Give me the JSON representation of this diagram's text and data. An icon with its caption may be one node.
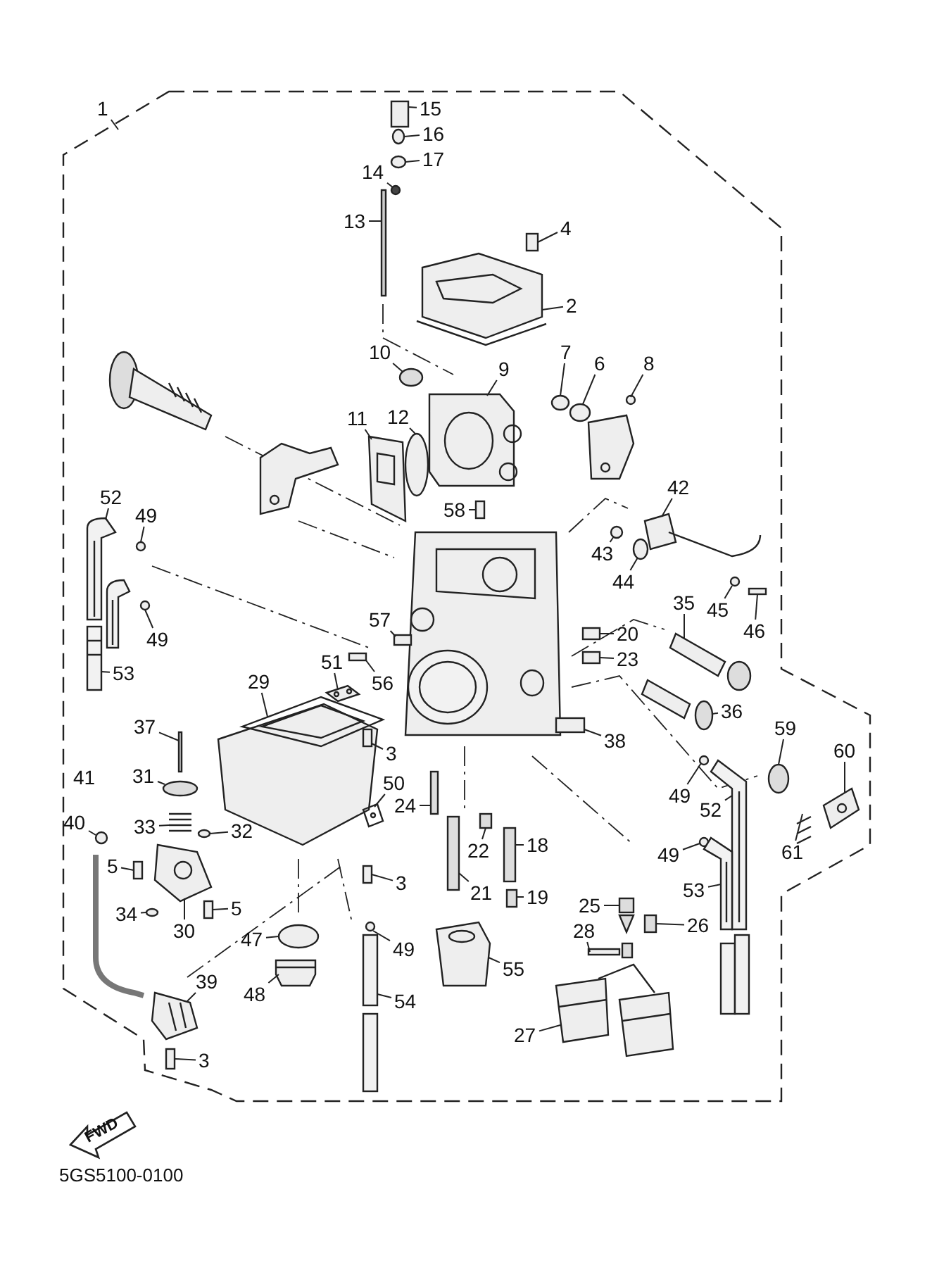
{
  "diagram": {
    "nodes": [
      {
        "text": [
          "1"
        ]
      },
      {
        "text": [
          "15"
        ]
      },
      {
        "text": [
          "16"
        ]
      },
      {
        "text": [
          "17"
        ]
      },
      {
        "text": [
          "14"
        ]
      },
      {
        "text": [
          "13"
        ]
      },
      {
        "text": [
          "4"
        ]
      },
      {
        "text": [
          "2"
        ]
      },
      {
        "text": [
          "7"
        ]
      },
      {
        "text": [
          "10"
        ]
      },
      {
        "text": [
          "6"
        ]
      },
      {
        "text": [
          "8"
        ]
      },
      {
        "text": [
          "9"
        ]
      },
      {
        "text": [
          "12"
        ]
      },
      {
        "text": [
          "11"
        ]
      },
      {
        "text": [
          "42"
        ]
      },
      {
        "text": [
          "52"
        ]
      },
      {
        "text": [
          "58"
        ]
      },
      {
        "text": [
          "49"
        ]
      },
      {
        "text": [
          "43"
        ]
      },
      {
        "text": [
          "44"
        ]
      },
      {
        "text": [
          "35"
        ]
      },
      {
        "text": [
          "45"
        ]
      },
      {
        "text": [
          "57"
        ]
      },
      {
        "text": [
          "46"
        ]
      },
      {
        "text": [
          "49"
        ]
      },
      {
        "text": [
          "20"
        ]
      },
      {
        "text": [
          "56"
        ]
      },
      {
        "text": [
          "23"
        ]
      },
      {
        "text": [
          "51"
        ]
      },
      {
        "text": [
          "53"
        ]
      },
      {
        "text": [
          "29"
        ]
      },
      {
        "text": [
          "36"
        ]
      },
      {
        "text": [
          "37"
        ]
      },
      {
        "text": [
          "59"
        ]
      },
      {
        "text": [
          "38"
        ]
      },
      {
        "text": [
          "3"
        ]
      },
      {
        "text": [
          "60"
        ]
      },
      {
        "text": [
          "31"
        ]
      },
      {
        "text": [
          "50"
        ]
      },
      {
        "text": [
          "24"
        ]
      },
      {
        "text": [
          "49"
        ]
      },
      {
        "text": [
          "52"
        ]
      },
      {
        "text": [
          "40"
        ]
      },
      {
        "text": [
          "33"
        ]
      },
      {
        "text": [
          "32"
        ]
      },
      {
        "text": [
          "18"
        ]
      },
      {
        "text": [
          "22"
        ]
      },
      {
        "text": [
          "49"
        ]
      },
      {
        "text": [
          "61"
        ]
      },
      {
        "text": [
          "5"
        ]
      },
      {
        "text": [
          "3"
        ]
      },
      {
        "text": [
          "21"
        ]
      },
      {
        "text": [
          "53"
        ]
      },
      {
        "text": [
          "19"
        ]
      },
      {
        "text": [
          "25"
        ]
      },
      {
        "text": [
          "5"
        ]
      },
      {
        "text": [
          "34"
        ]
      },
      {
        "text": [
          "26"
        ]
      },
      {
        "text": [
          "30"
        ]
      },
      {
        "text": [
          "28"
        ]
      },
      {
        "text": [
          "47"
        ]
      },
      {
        "text": [
          "49"
        ]
      },
      {
        "text": [
          "55"
        ]
      },
      {
        "text": [
          "39"
        ]
      },
      {
        "text": [
          "48"
        ]
      },
      {
        "text": [
          "54"
        ]
      },
      {
        "text": [
          "27"
        ]
      },
      {
        "text": [
          "3"
        ]
      },
      {
        "text": [],
        "shape": "box"
      },
      {
        "text": [],
        "shape": "circle"
      },
      {
        "text": [],
        "shape": "circle"
      },
      {
        "text": [],
        "shape": "circle"
      },
      {
        "text": [],
        "shape": "box"
      },
      {
        "text": [],
        "shape": "box"
      },
      {
        "text": [],
        "shape": "picture"
      },
      {
        "text": [],
        "shape": "circle"
      },
      {
        "text": [],
        "shape": "circle"
      },
      {
        "text": [],
        "shape": "circle"
      },
      {
        "text": [],
        "shape": "circle"
      },
      {
        "text": [],
        "shape": "picture"
      },
      {
        "text": [],
        "shape": "circle"
      },
      {
        "text": [],
        "shape": "picture"
      },
      {
        "text": [],
        "shape": "picture"
      },
      {
        "text": [],
        "shape": "picture"
      },
      {
        "text": [],
        "shape": "box"
      },
      {
        "text": [],
        "shape": "circle"
      },
      {
        "text": [],
        "shape": "circle"
      },
      {
        "text": [],
        "shape": "circle"
      },
      {
        "text": [],
        "shape": "picture"
      },
      {
        "text": [],
        "shape": "circle"
      },
      {
        "text": [],
        "shape": "box"
      },
      {
        "text": [],
        "shape": "box"
      },
      {
        "text": [],
        "shape": "circle"
      },
      {
        "text": [],
        "shape": "box"
      },
      {
        "text": [],
        "shape": "box"
      },
      {
        "text": [],
        "shape": "box"
      },
      {
        "text": [],
        "shape": "picture"
      },
      {
        "text": [],
        "shape": "picture"
      },
      {
        "text": [],
        "shape": "picture"
      },
      {
        "text": [],
        "shape": "picture"
      },
      {
        "text": [],
        "shape": "box"
      },
      {
        "text": [],
        "shape": "circle"
      },
      {
        "text": [],
        "shape": "box"
      },
      {
        "text": [],
        "shape": "box"
      },
      {
        "text": [],
        "shape": "picture"
      },
      {
        "text": [],
        "shape": "circle"
      },
      {
        "text": [],
        "shape": "picture"
      },
      {
        "text": [],
        "shape": "box"
      },
      {
        "text": [],
        "shape": "circle"
      },
      {
        "text": [],
        "shape": "picture"
      },
      {
        "text": [],
        "shape": "circle"
      },
      {
        "text": [],
        "shape": "picture"
      },
      {
        "text": [],
        "shape": "circle"
      },
      {
        "text": [],
        "shape": "box"
      },
      {
        "text": [],
        "shape": "box"
      },
      {
        "text": [],
        "shape": "circle"
      },
      {
        "text": [],
        "shape": "picture"
      },
      {
        "text": [],
        "shape": "box"
      },
      {
        "text": [],
        "shape": "box"
      },
      {
        "text": [],
        "shape": "box"
      },
      {
        "text": [],
        "shape": "picture"
      },
      {
        "text": [],
        "shape": "box"
      },
      {
        "text": [],
        "shape": "picture"
      },
      {
        "text": [],
        "shape": "box"
      },
      {
        "text": [],
        "shape": "circle"
      },
      {
        "text": [],
        "shape": "box"
      },
      {
        "text": [],
        "shape": "picture"
      },
      {
        "text": [],
        "shape": "box"
      },
      {
        "text": [],
        "shape": "circle"
      },
      {
        "text": [],
        "shape": "circle"
      },
      {
        "text": [],
        "shape": "picture"
      },
      {
        "text": [],
        "shape": "picture"
      },
      {
        "text": [],
        "shape": "picture"
      },
      {
        "text": [],
        "shape": "box"
      },
      {
        "text": [],
        "shape": "picture"
      },
      {
        "text": [],
        "shape": "box"
      }
    ],
    "edges": [
      {
        "from": 0,
        "to": null,
        "arrow": "none"
      },
      {
        "from": 1,
        "to": 69,
        "arrow": "none"
      },
      {
        "from": 2,
        "to": 70,
        "arrow": "none"
      },
      {
        "from": 3,
        "to": 71,
        "arrow": "none"
      },
      {
        "from": 4,
        "to": 72,
        "arrow": "none"
      },
      {
        "from": 5,
        "to": 73,
        "arrow": "none"
      },
      {
        "from": 6,
        "to": 74,
        "arrow": "none"
      },
      {
        "from": 7,
        "to": 75,
        "arrow": "none"
      },
      {
        "from": 8,
        "to": 76,
        "arrow": "none"
      },
      {
        "from": 9,
        "to": 77,
        "arrow": "none"
      },
      {
        "from": 10,
        "to": 78,
        "arrow": "none"
      },
      {
        "from": 11,
        "to": 79,
        "arrow": "none"
      },
      {
        "from": 12,
        "to": 80,
        "arrow": "none"
      },
      {
        "from": 13,
        "to": 81,
        "arrow": "none"
      },
      {
        "from": 14,
        "to": 82,
        "arrow": "none"
      },
      {
        "from": 15,
        "to": 83,
        "arrow": "none"
      },
      {
        "from": 16,
        "to": 84,
        "arrow": "none"
      },
      {
        "from": 17,
        "to": 85,
        "arrow": "none"
      },
      {
        "from": 18,
        "to": 86,
        "arrow": "none"
      },
      {
        "from": 19,
        "to": 87,
        "arrow": "none"
      },
      {
        "from": 20,
        "to": 88,
        "arrow": "none"
      },
      {
        "from": 21,
        "to": 89,
        "arrow": "none"
      },
      {
        "from": 22,
        "to": 90,
        "arrow": "none"
      },
      {
        "from": 23,
        "to": 91,
        "arrow": "none"
      },
      {
        "from": 24,
        "to": 92,
        "arrow": "none"
      },
      {
        "from": 25,
        "to": 93,
        "arrow": "none"
      },
      {
        "from": 26,
        "to": 94,
        "arrow": "none"
      },
      {
        "from": 27,
        "to": 95,
        "arrow": "none"
      },
      {
        "from": 28,
        "to": 96,
        "arrow": "none"
      },
      {
        "from": 29,
        "to": 97,
        "arrow": "none"
      },
      {
        "from": 30,
        "to": 98,
        "arrow": "none"
      },
      {
        "from": 31,
        "to": 99,
        "arrow": "none"
      },
      {
        "from": 32,
        "to": 100,
        "arrow": "none"
      },
      {
        "from": 33,
        "to": 101,
        "arrow": "none"
      },
      {
        "from": 34,
        "to": 102,
        "arrow": "none"
      },
      {
        "from": 35,
        "to": 103,
        "arrow": "none"
      },
      {
        "from": 36,
        "to": 104,
        "arrow": "none"
      },
      {
        "from": 37,
        "to": 105,
        "arrow": "none"
      },
      {
        "from": 38,
        "to": 106,
        "arrow": "none"
      },
      {
        "from": 39,
        "to": 107,
        "arrow": "none"
      },
      {
        "from": 40,
        "to": 108,
        "arrow": "none"
      },
      {
        "from": 41,
        "to": 109,
        "arrow": "none"
      },
      {
        "from": 42,
        "to": 110,
        "arrow": "none"
      },
      {
        "from": 43,
        "to": 111,
        "arrow": "none"
      },
      {
        "from": 44,
        "to": 112,
        "arrow": "none"
      },
      {
        "from": 45,
        "to": 113,
        "arrow": "none"
      },
      {
        "from": 46,
        "to": 114,
        "arrow": "none"
      },
      {
        "from": 47,
        "to": 115,
        "arrow": "none"
      },
      {
        "from": 48,
        "to": 116,
        "arrow": "none"
      },
      {
        "from": 49,
        "to": 117,
        "arrow": "none"
      },
      {
        "from": 50,
        "to": 118,
        "arrow": "none"
      },
      {
        "from": 51,
        "to": 119,
        "arrow": "none"
      },
      {
        "from": 52,
        "to": 120,
        "arrow": "none"
      },
      {
        "from": 53,
        "to": 121,
        "arrow": "none"
      },
      {
        "from": 54,
        "to": 122,
        "arrow": "none"
      },
      {
        "from": 55,
        "to": 123,
        "arrow": "none"
      },
      {
        "from": 56,
        "to": 124,
        "arrow": "none"
      },
      {
        "from": 57,
        "to": 125,
        "arrow": "none"
      },
      {
        "from": 58,
        "to": 126,
        "arrow": "none"
      },
      {
        "from": 59,
        "to": 127,
        "arrow": "none"
      },
      {
        "from": 60,
        "to": 128,
        "arrow": "none"
      },
      {
        "from": 61,
        "to": 129,
        "arrow": "none"
      },
      {
        "from": 62,
        "to": 130,
        "arrow": "none"
      },
      {
        "from": 63,
        "to": 131,
        "arrow": "none"
      },
      {
        "from": 64,
        "to": 132,
        "arrow": "none"
      },
      {
        "from": 65,
        "to": 133,
        "arrow": "none"
      },
      {
        "from": 66,
        "to": 134,
        "arrow": "none"
      },
      {
        "from": 67,
        "to": 135,
        "arrow": "none"
      },
      {
        "from": 68,
        "to": 136,
        "arrow": "none"
      }
    ],
    "labels": [
      "41",
      "FWD",
      "5GS5100-0100"
    ]
  }
}
